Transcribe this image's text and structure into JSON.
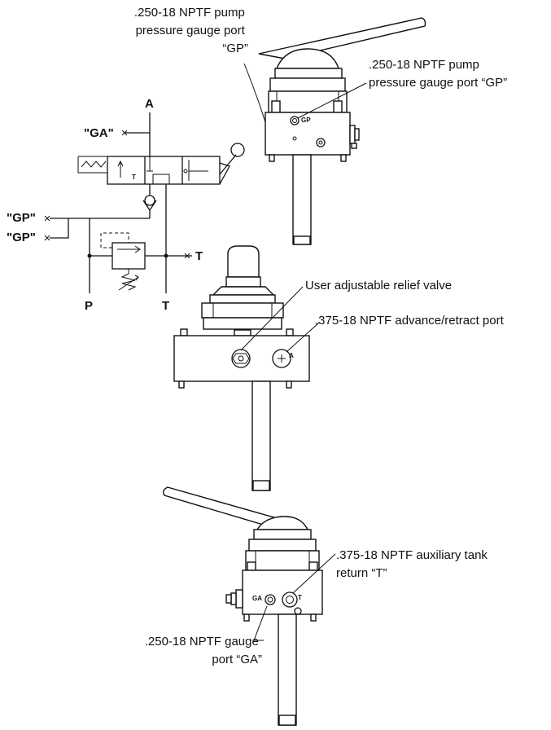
{
  "labels": {
    "gp_top_left": [
      ".250-18 NPTF pump",
      "pressure gauge port",
      "“GP”"
    ],
    "gp_top_right": [
      ".250-18 NPTF pump",
      "pressure gauge port “GP”"
    ],
    "relief_valve": "User adjustable relief valve",
    "advance_retract": ".375-18 NPTF advance/retract port",
    "aux_tank": [
      ".375-18 NPTF auxiliary tank",
      "return “T”"
    ],
    "gauge_ga": [
      ".250-18 NPTF gauge",
      "port “GA”"
    ]
  },
  "schematic": {
    "port_a": "A",
    "port_ga": "\"GA\"",
    "port_gp_1": "\"GP\"",
    "port_gp_2": "\"GP\"",
    "port_t_side": "T",
    "port_p": "P",
    "port_t_bottom": "T",
    "valve_t": "T"
  },
  "body_markings": {
    "gp": "GP",
    "a": "A",
    "ga": "GA",
    "t": "T"
  }
}
